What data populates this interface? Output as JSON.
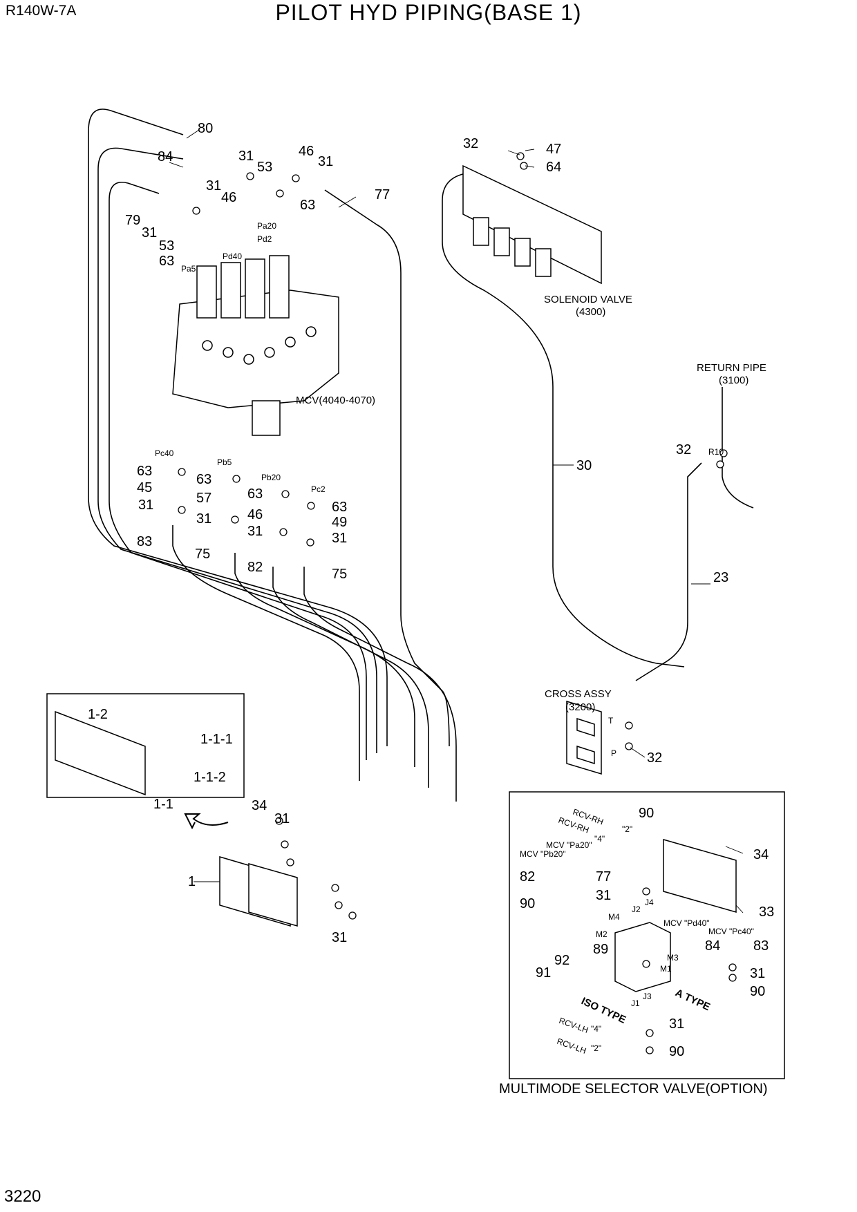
{
  "header": {
    "model": "R140W-7A",
    "title": "PILOT HYD PIPING(BASE 1)"
  },
  "footer": {
    "page_number": "3220"
  },
  "assemblies": {
    "solenoid_valve": {
      "name": "SOLENOID VALVE",
      "code": "(4300)"
    },
    "mcv": {
      "name": "MCV(4040-4070)"
    },
    "return_pipe": {
      "name": "RETURN PIPE",
      "code": "(3100)"
    },
    "cross_assy": {
      "name": "CROSS ASSY",
      "code": "(3200)",
      "port_t": "T",
      "port_p": "P"
    },
    "multimode": {
      "name": "MULTIMODE SELECTOR VALVE(OPTION)"
    }
  },
  "port_labels": {
    "pa20": "Pa20",
    "pd2": "Pd2",
    "pd40": "Pd40",
    "pa5": "Pa5",
    "pc40": "Pc40",
    "pb5": "Pb5",
    "pb20": "Pb20",
    "pc2": "Pc2",
    "r10": "R10"
  },
  "part_labels": {
    "p80": "80",
    "p84": "84",
    "p31a": "31",
    "p53a": "53",
    "p46a": "46",
    "p31b": "31",
    "p77": "77",
    "p63a": "63",
    "p31c": "31",
    "p46b": "46",
    "p79": "79",
    "p31d": "31",
    "p53b": "53",
    "p63b": "63",
    "p32a": "32",
    "p47": "47",
    "p64": "64",
    "p63c": "63",
    "p45": "45",
    "p31e": "31",
    "p83": "83",
    "p63d": "63",
    "p57": "57",
    "p31f": "31",
    "p75a": "75",
    "p63e": "63",
    "p46c": "46",
    "p31g": "31",
    "p82": "82",
    "p63f": "63",
    "p49": "49",
    "p31h": "31",
    "p75b": "75",
    "p30": "30",
    "p32b": "32",
    "p23": "23",
    "p32c": "32",
    "p1_2": "1-2",
    "p1_1_1": "1-1-1",
    "p1_1_2": "1-1-2",
    "p1_1": "1-1",
    "p34a": "34",
    "p31i": "31",
    "p1": "1",
    "p31j": "31"
  },
  "multimode_labels": {
    "rcv_rh": "RCV-RH",
    "rcv_rh_2": "\"2\"",
    "rcv_rh2": "RCV-RH",
    "rcv_rh_4": "\"4\"",
    "mcv_pa20": "MCV \"Pa20\"",
    "mcv_pb20": "MCV \"Pb20\"",
    "p90a": "90",
    "p82": "82",
    "p77": "77",
    "p31k": "31",
    "p90b": "90",
    "p34b": "34",
    "p33": "33",
    "j2": "J2",
    "j4": "J4",
    "m4": "M4",
    "m2": "M2",
    "mcv_pd40": "MCV \"Pd40\"",
    "mcv_pc40": "MCV \"Pc40\"",
    "p84": "84",
    "p83": "83",
    "p89": "89",
    "p92": "92",
    "p91": "91",
    "m3": "M3",
    "m1": "M1",
    "p31l": "31",
    "p90c": "90",
    "iso_type": "ISO TYPE",
    "a_type": "A TYPE",
    "j1": "J1",
    "j3": "J3",
    "p31m": "31",
    "rcv_lh_4": "\"4\"",
    "rcv_lh": "RCV-LH",
    "rcv_lh2": "RCV-LH",
    "rcv_lh_2": "\"2\"",
    "p90d": "90"
  }
}
